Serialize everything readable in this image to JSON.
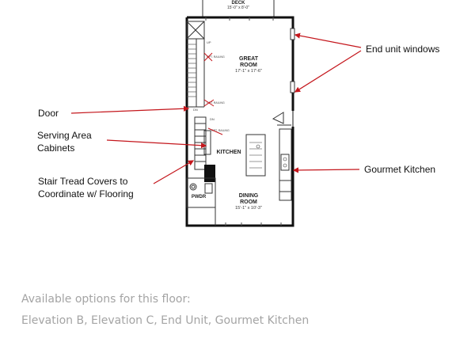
{
  "plan": {
    "deck": {
      "name": "DECK",
      "dims": "15'-0\" x 8'-0\""
    },
    "great_room": {
      "name_line1": "GREAT",
      "name_line2": "ROOM",
      "dims": "17'-1\" x 17'-6\""
    },
    "kitchen": {
      "name": "KITCHEN"
    },
    "dining_room": {
      "name_line1": "DINING",
      "name_line2": "ROOM",
      "dims": "15'-1\" x 10'-3\""
    },
    "powder": {
      "name": "PWDR"
    },
    "stair_labels": {
      "up": "UP",
      "dn1": "DN",
      "dn2": "DN",
      "opt_railing_1": "OPT. RAILING",
      "opt_railing_2": "OPT. RAILING",
      "opt_railing_3": "OPT. RAILING"
    }
  },
  "annotations": {
    "end_unit_windows": "End unit windows",
    "door": "Door",
    "serving_line1": "Serving Area",
    "serving_line2": "Cabinets",
    "stair_line1": "Stair Tread Covers to",
    "stair_line2": "Coordinate w/ Flooring",
    "gourmet_kitchen": "Gourmet Kitchen"
  },
  "footer": {
    "options_title": "Available options for this floor:",
    "options_list": "Elevation B, Elevation C, End Unit, Gourmet Kitchen"
  },
  "colors": {
    "arrow": "#c4161c",
    "wall": "#111111",
    "footer_text": "#a4a4a4"
  }
}
